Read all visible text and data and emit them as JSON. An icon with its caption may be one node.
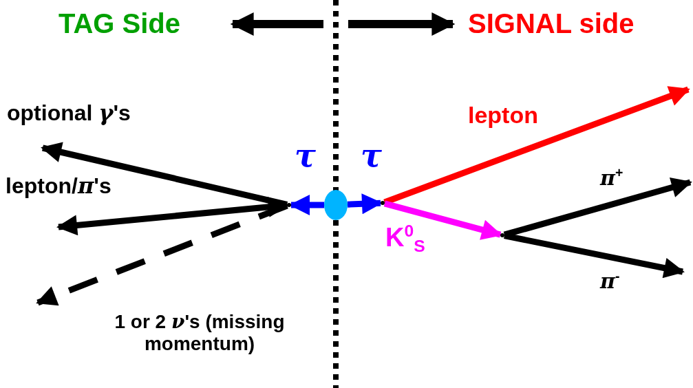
{
  "diagram": {
    "nodes": [
      {
        "text": [],
        "shape": "ellipse"
      },
      {
        "text": [],
        "shape": "dot"
      },
      {
        "text": [],
        "shape": "dot"
      },
      {
        "text": [],
        "shape": "dot"
      }
    ],
    "edges": [
      {
        "from": 0,
        "to": 1,
        "arrow": "to",
        "color": "#0000ff",
        "label": "*τ*"
      },
      {
        "from": 0,
        "to": 2,
        "arrow": "to",
        "color": "#0000ff",
        "label": "*τ*"
      },
      {
        "from": 1,
        "to": null,
        "arrow": "to",
        "label": "optional *γ*'s"
      },
      {
        "from": 1,
        "to": null,
        "arrow": "both",
        "label": "lepton/*π*'s"
      },
      {
        "from": 1,
        "to": null,
        "arrow": "to",
        "style": "dashed",
        "label": "1 or 2 *ν*'s (missing momentum)"
      },
      {
        "from": 2,
        "to": null,
        "arrow": "to",
        "color": "#ff0000",
        "label": "lepton"
      },
      {
        "from": 2,
        "to": 3,
        "arrow": "to",
        "color": "#ff00ff",
        "label": "K$^{0}$$_{S}$"
      },
      {
        "from": 3,
        "to": null,
        "arrow": "to",
        "label": "*π*$^{+}$"
      },
      {
        "from": 3,
        "to": null,
        "arrow": "to",
        "label": "*π*$^{-}$"
      }
    ],
    "labels": [
      "TAG Side",
      "SIGNAL side"
    ]
  }
}
